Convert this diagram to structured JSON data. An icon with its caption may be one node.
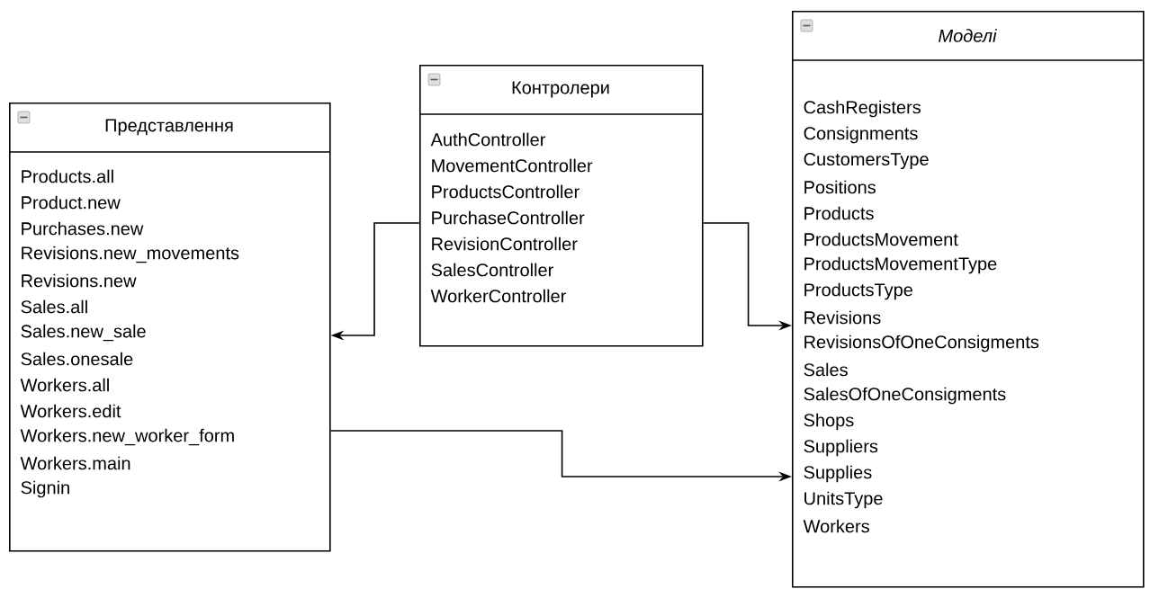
{
  "diagram": {
    "nodes": [
      {
        "text": [
          "Представлення",
          "Products.all",
          "Product.new",
          "Purchases.new",
          "Revisions.new_movements",
          "Revisions.new",
          "Sales.all",
          "Sales.new_sale",
          "Sales.onesale",
          "Workers.all",
          "Workers.edit",
          "Workers.new_worker_form",
          "Workers.main",
          "Signin"
        ]
      },
      {
        "text": [
          "Контролери",
          "AuthController",
          "MovementController",
          "ProductsController",
          "PurchaseController",
          "RevisionController",
          "SalesController",
          "WorkerController"
        ]
      },
      {
        "text": [
          "Моделі",
          "CashRegisters",
          "Consignments",
          "CustomersType",
          "Positions",
          "Products",
          "ProductsMovement",
          "ProductsMovementType",
          "ProductsType",
          "Revisions",
          "RevisionsOfOneConsigments",
          "Sales",
          "SalesOfOneConsigments",
          "Shops",
          "Suppliers",
          "Supplies",
          "UnitsType",
          "Workers"
        ]
      }
    ],
    "edges": [
      {
        "from": 1,
        "to": 0,
        "arrow": "to"
      },
      {
        "from": 1,
        "to": 2,
        "arrow": "to"
      },
      {
        "from": 0,
        "to": 2,
        "arrow": "to"
      }
    ]
  }
}
